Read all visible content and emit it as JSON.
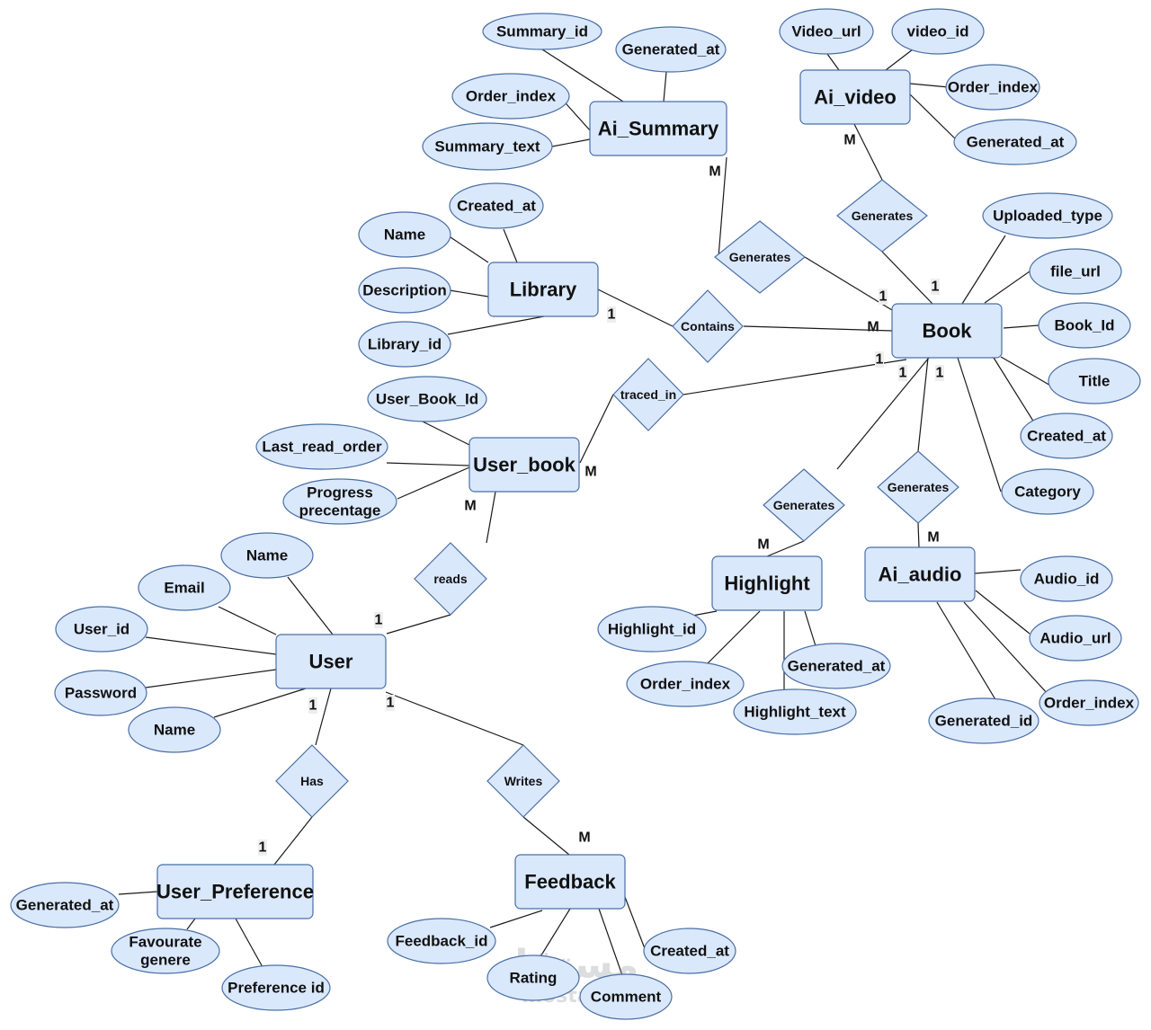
{
  "entities": [
    {
      "id": "ai_summary",
      "label": "Ai_Summary"
    },
    {
      "id": "ai_video",
      "label": "Ai_video"
    },
    {
      "id": "library",
      "label": "Library"
    },
    {
      "id": "book",
      "label": "Book"
    },
    {
      "id": "user_book",
      "label": "User_book"
    },
    {
      "id": "user",
      "label": "User"
    },
    {
      "id": "highlight",
      "label": "Highlight"
    },
    {
      "id": "ai_audio",
      "label": "Ai_audio"
    },
    {
      "id": "user_preference",
      "label": "User_Preference"
    },
    {
      "id": "feedback",
      "label": "Feedback"
    }
  ],
  "relationships": [
    {
      "id": "gen_summary",
      "label": "Generates"
    },
    {
      "id": "gen_video",
      "label": "Generates"
    },
    {
      "id": "contains",
      "label": "Contains"
    },
    {
      "id": "traced_in",
      "label": "traced_in"
    },
    {
      "id": "reads",
      "label": "reads"
    },
    {
      "id": "gen_highlight",
      "label": "Generates"
    },
    {
      "id": "gen_audio",
      "label": "Generates"
    },
    {
      "id": "has",
      "label": "Has"
    },
    {
      "id": "writes",
      "label": "Writes"
    }
  ],
  "attributes": [
    {
      "id": "sum_summary_id",
      "label": "Summary_id"
    },
    {
      "id": "sum_generated_at",
      "label": "Generated_at"
    },
    {
      "id": "sum_order_index",
      "label": "Order_index"
    },
    {
      "id": "sum_summary_text",
      "label": "Summary_text"
    },
    {
      "id": "vid_video_url",
      "label": "Video_url"
    },
    {
      "id": "vid_video_id",
      "label": "video_id"
    },
    {
      "id": "vid_order_index",
      "label": "Order_index"
    },
    {
      "id": "vid_generated_at",
      "label": "Generated_at"
    },
    {
      "id": "lib_created_at",
      "label": "Created_at"
    },
    {
      "id": "lib_name",
      "label": "Name"
    },
    {
      "id": "lib_description",
      "label": "Description"
    },
    {
      "id": "lib_library_id",
      "label": "Library_id"
    },
    {
      "id": "book_uploaded_type",
      "label": "Uploaded_type"
    },
    {
      "id": "book_file_url",
      "label": "file_url"
    },
    {
      "id": "book_book_id",
      "label": "Book_Id"
    },
    {
      "id": "book_title",
      "label": "Title"
    },
    {
      "id": "book_created_at",
      "label": "Created_at"
    },
    {
      "id": "book_category",
      "label": "Category"
    },
    {
      "id": "ub_user_book_id",
      "label": "User_Book_Id"
    },
    {
      "id": "ub_last_read_order",
      "label": "Last_read_order"
    },
    {
      "id": "ub_progress",
      "label": "Progress precentage"
    },
    {
      "id": "user_name1",
      "label": "Name"
    },
    {
      "id": "user_email",
      "label": "Email"
    },
    {
      "id": "user_user_id",
      "label": "User_id"
    },
    {
      "id": "user_password",
      "label": "Password"
    },
    {
      "id": "user_name2",
      "label": "Name"
    },
    {
      "id": "hl_highlight_id",
      "label": "Highlight_id"
    },
    {
      "id": "hl_order_index",
      "label": "Order_index"
    },
    {
      "id": "hl_generated_at",
      "label": "Generated_at"
    },
    {
      "id": "hl_highlight_text",
      "label": "Highlight_text"
    },
    {
      "id": "aud_audio_id",
      "label": "Audio_id"
    },
    {
      "id": "aud_audio_url",
      "label": "Audio_url"
    },
    {
      "id": "aud_order_index",
      "label": "Order_index"
    },
    {
      "id": "aud_generated_id",
      "label": "Generated_id"
    },
    {
      "id": "up_generated_at",
      "label": "Generated_at"
    },
    {
      "id": "up_favourate_genere",
      "label": "Favourate genere"
    },
    {
      "id": "up_preference_id",
      "label": "Preference id"
    },
    {
      "id": "fb_feedback_id",
      "label": "Feedback_id"
    },
    {
      "id": "fb_rating",
      "label": "Rating"
    },
    {
      "id": "fb_comment",
      "label": "Comment"
    },
    {
      "id": "fb_created_at",
      "label": "Created_at"
    }
  ],
  "cardinalities": [
    {
      "id": "c_sum_m",
      "label": "M"
    },
    {
      "id": "c_sum_book_1",
      "label": "1"
    },
    {
      "id": "c_vid_m",
      "label": "M"
    },
    {
      "id": "c_vid_book_1",
      "label": "1"
    },
    {
      "id": "c_lib_1",
      "label": "1"
    },
    {
      "id": "c_contains_m",
      "label": "M"
    },
    {
      "id": "c_traced_book_1",
      "label": "1"
    },
    {
      "id": "c_traced_ub_m",
      "label": "M"
    },
    {
      "id": "c_hl_book_1",
      "label": "1"
    },
    {
      "id": "c_aud_book_1",
      "label": "1"
    },
    {
      "id": "c_hl_m",
      "label": "M"
    },
    {
      "id": "c_aud_m",
      "label": "M"
    },
    {
      "id": "c_reads_ub_m",
      "label": "M"
    },
    {
      "id": "c_reads_user_1",
      "label": "1"
    },
    {
      "id": "c_has_user_1",
      "label": "1"
    },
    {
      "id": "c_writes_user_1",
      "label": "1"
    },
    {
      "id": "c_has_up_1",
      "label": "1"
    },
    {
      "id": "c_writes_fb_m",
      "label": "M"
    }
  ],
  "watermark": {
    "logo_text": "مستقل",
    "latin_text": "mostaql"
  }
}
